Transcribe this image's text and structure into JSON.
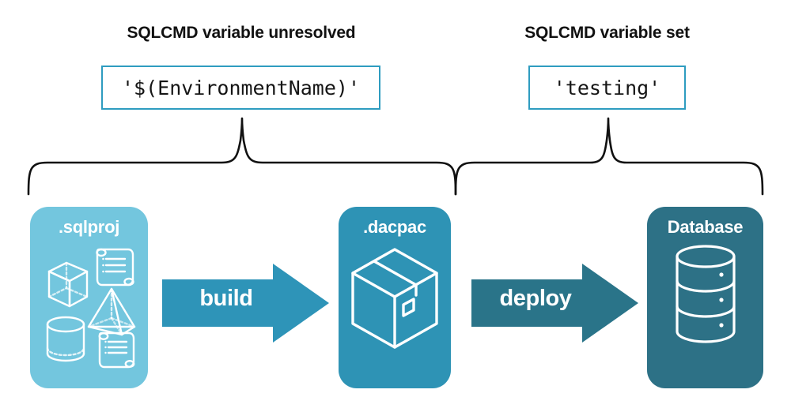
{
  "headings": {
    "unresolved": "SQLCMD variable unresolved",
    "set": "SQLCMD variable set"
  },
  "code_boxes": {
    "unresolved_value": "'$(EnvironmentName)'",
    "set_value": "'testing'"
  },
  "stages": [
    {
      "id": "sqlproj",
      "title": ".sqlproj",
      "color": "#73c6de",
      "icons": [
        "cube-icon",
        "scroll-icon",
        "pyramid-icon",
        "cylinder-icon",
        "scroll-icon"
      ]
    },
    {
      "id": "dacpac",
      "title": ".dacpac",
      "color": "#2e93b5",
      "icons": [
        "package-box-icon"
      ]
    },
    {
      "id": "database",
      "title": "Database",
      "color": "#2d7186",
      "icons": [
        "database-cylinder-icon"
      ]
    }
  ],
  "arrows": [
    {
      "id": "build",
      "label": "build",
      "color": "#2e94b8"
    },
    {
      "id": "deploy",
      "label": "deploy",
      "color": "#2a7489"
    }
  ],
  "palette": {
    "light_blue": "#73c6de",
    "mid_teal": "#2e93b5",
    "dark_teal": "#2d7186",
    "box_border": "#2e9cc0",
    "brace_stroke": "#111111",
    "text_dark": "#111111",
    "text_light": "#ffffff",
    "background": "#ffffff"
  }
}
